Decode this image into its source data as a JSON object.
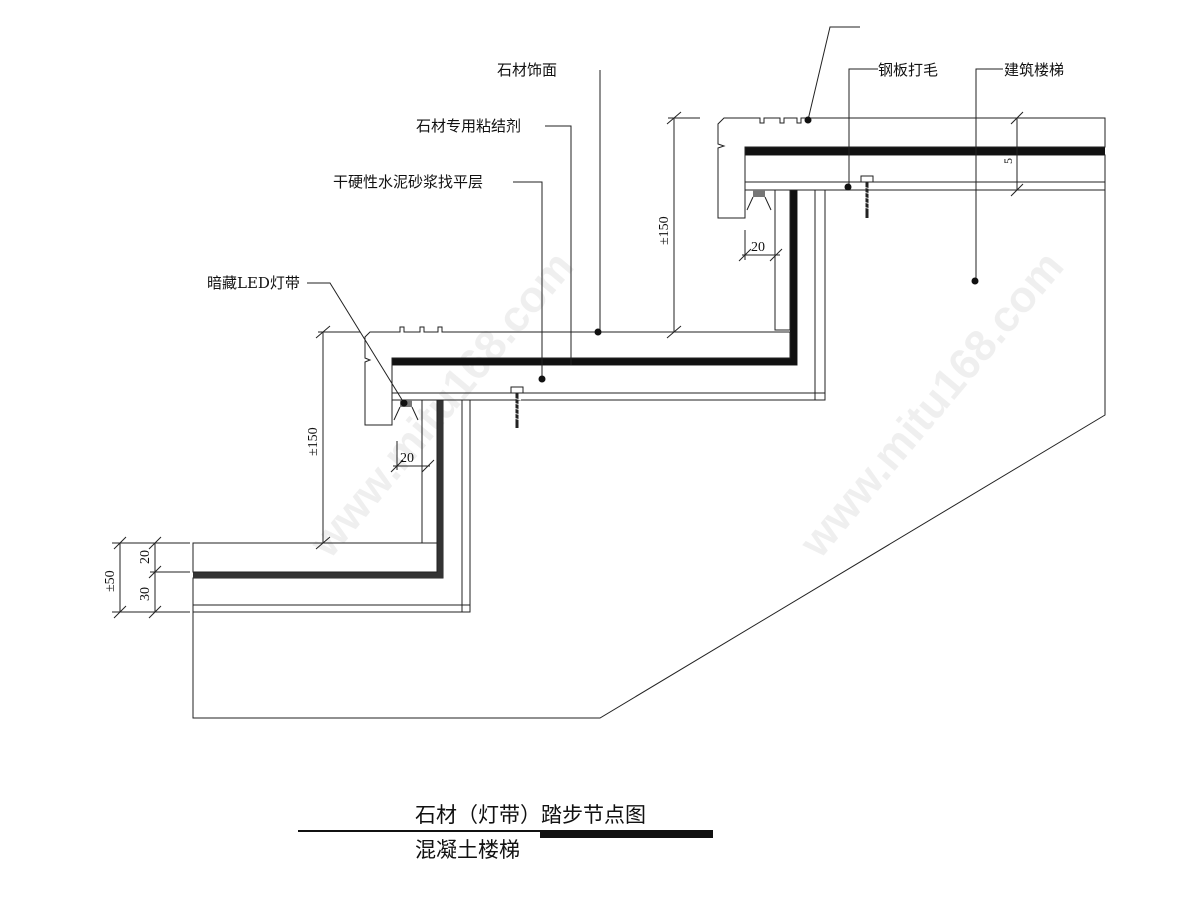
{
  "labels": {
    "stone_finish": "石材饰面",
    "stone_adhesive": "石材专用粘结剂",
    "mortar_leveling": "干硬性水泥砂浆找平层",
    "hidden_led": "暗藏LED灯带",
    "steel_plate": "钢板打毛",
    "building_stair": "建筑楼梯"
  },
  "dimensions": {
    "riser_upper": "±150",
    "riser_lower": "±150",
    "recess_upper": "20",
    "recess_lower": "20",
    "top_layer": "5",
    "floor_total": "±50",
    "floor_stone": "20",
    "floor_mortar": "30"
  },
  "title": {
    "main": "石材（灯带）踏步节点图",
    "sub": "混凝土楼梯"
  },
  "watermark": "www.mitu168.com",
  "colors": {
    "line": "#222222",
    "adhesive": "#111111",
    "background": "#ffffff"
  }
}
